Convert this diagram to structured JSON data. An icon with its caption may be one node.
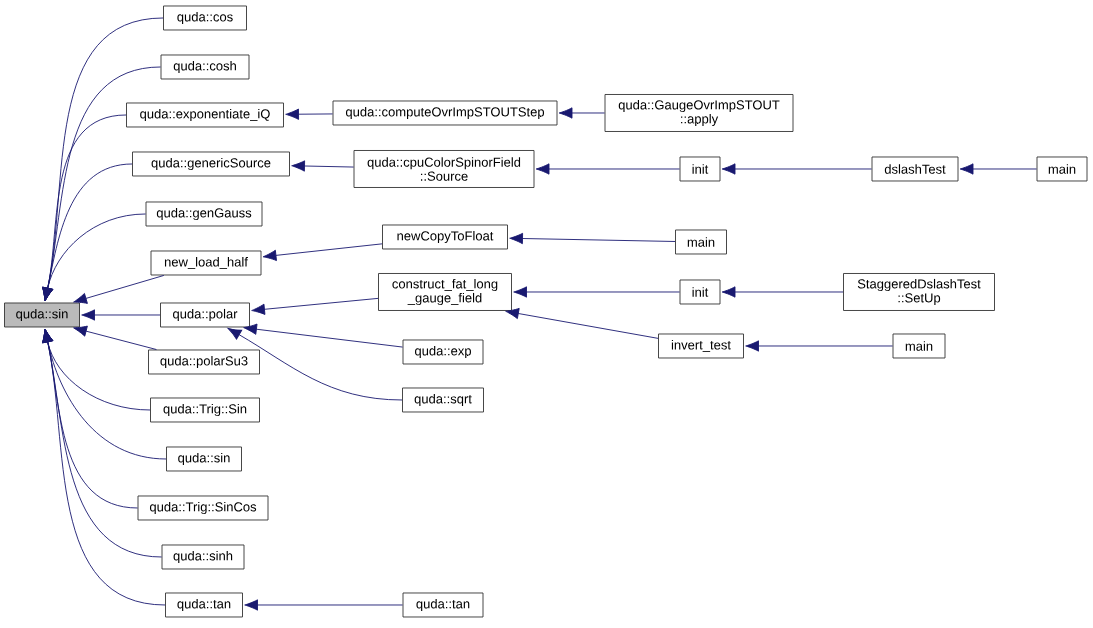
{
  "diagram": {
    "nodes": [
      {
        "text": [
          "quda::sin"
        ]
      },
      {
        "text": [
          "quda::cos"
        ]
      },
      {
        "text": [
          "quda::cosh"
        ]
      },
      {
        "text": [
          "quda::exponentiate_iQ"
        ]
      },
      {
        "text": [
          "quda::computeOvrImpSTOUTStep"
        ]
      },
      {
        "text": [
          "quda::GaugeOvrImpSTOUT ::apply"
        ]
      },
      {
        "text": [
          "quda::genericSource"
        ]
      },
      {
        "text": [
          "quda::cpuColorSpinorField ::Source"
        ]
      },
      {
        "text": [
          "init"
        ]
      },
      {
        "text": [
          "dslashTest"
        ]
      },
      {
        "text": [
          "main"
        ]
      },
      {
        "text": [
          "quda::genGauss"
        ]
      },
      {
        "text": [
          "new_load_half"
        ]
      },
      {
        "text": [
          "newCopyToFloat"
        ]
      },
      {
        "text": [
          "main"
        ]
      },
      {
        "text": [
          "quda::polar"
        ]
      },
      {
        "text": [
          "construct_fat_long _gauge_field"
        ]
      },
      {
        "text": [
          "init"
        ]
      },
      {
        "text": [
          "StaggeredDslashTest ::SetUp"
        ]
      },
      {
        "text": [
          "invert_test"
        ]
      },
      {
        "text": [
          "main"
        ]
      },
      {
        "text": [
          "quda::exp"
        ]
      },
      {
        "text": [
          "quda::sqrt"
        ]
      },
      {
        "text": [
          "quda::polarSu3"
        ]
      },
      {
        "text": [
          "quda::Trig::Sin"
        ]
      },
      {
        "text": [
          "quda::sin"
        ]
      },
      {
        "text": [
          "quda::Trig::SinCos"
        ]
      },
      {
        "text": [
          "quda::sinh"
        ]
      },
      {
        "text": [
          "quda::tan"
        ]
      },
      {
        "text": [
          "quda::tan"
        ]
      }
    ],
    "edges": [
      {
        "from": 1,
        "to": 0,
        "arrow": "to"
      },
      {
        "from": 2,
        "to": 0,
        "arrow": "to"
      },
      {
        "from": 3,
        "to": 0,
        "arrow": "to"
      },
      {
        "from": 6,
        "to": 0,
        "arrow": "to"
      },
      {
        "from": 11,
        "to": 0,
        "arrow": "to"
      },
      {
        "from": 12,
        "to": 0,
        "arrow": "to"
      },
      {
        "from": 15,
        "to": 0,
        "arrow": "to"
      },
      {
        "from": 23,
        "to": 0,
        "arrow": "to"
      },
      {
        "from": 24,
        "to": 0,
        "arrow": "to"
      },
      {
        "from": 25,
        "to": 0,
        "arrow": "to"
      },
      {
        "from": 26,
        "to": 0,
        "arrow": "to"
      },
      {
        "from": 27,
        "to": 0,
        "arrow": "to"
      },
      {
        "from": 28,
        "to": 0,
        "arrow": "to"
      },
      {
        "from": 4,
        "to": 3,
        "arrow": "to"
      },
      {
        "from": 5,
        "to": 4,
        "arrow": "to"
      },
      {
        "from": 7,
        "to": 6,
        "arrow": "to"
      },
      {
        "from": 8,
        "to": 7,
        "arrow": "to"
      },
      {
        "from": 9,
        "to": 8,
        "arrow": "to"
      },
      {
        "from": 10,
        "to": 9,
        "arrow": "to"
      },
      {
        "from": 13,
        "to": 12,
        "arrow": "to"
      },
      {
        "from": 14,
        "to": 13,
        "arrow": "to"
      },
      {
        "from": 16,
        "to": 15,
        "arrow": "to"
      },
      {
        "from": 21,
        "to": 15,
        "arrow": "to"
      },
      {
        "from": 22,
        "to": 15,
        "arrow": "to"
      },
      {
        "from": 17,
        "to": 16,
        "arrow": "to"
      },
      {
        "from": 19,
        "to": 16,
        "arrow": "to"
      },
      {
        "from": 18,
        "to": 17,
        "arrow": "to"
      },
      {
        "from": 20,
        "to": 19,
        "arrow": "to"
      },
      {
        "from": 29,
        "to": 28,
        "arrow": "to"
      }
    ]
  }
}
